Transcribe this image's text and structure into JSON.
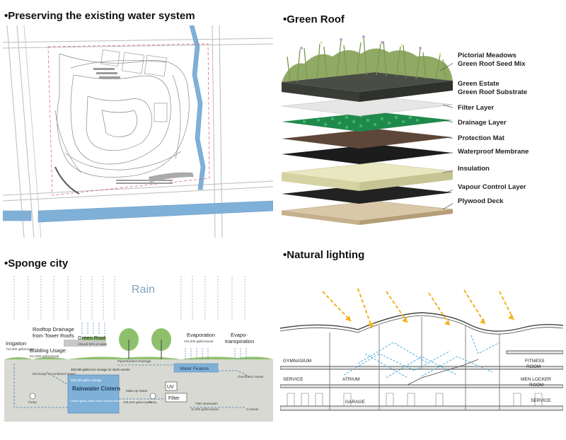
{
  "headings": {
    "water": "•Preserving the existing water system",
    "green_roof": "•Green Roof",
    "sponge": "•Sponge city",
    "lighting": "•Natural lighting"
  },
  "green_roof_layers": [
    {
      "label": "Pictorial Meadows",
      "label2": "Green Roof Seed Mix",
      "color": "#6f8f3c"
    },
    {
      "label": "Green Estate",
      "label2": "Green Roof Substrate",
      "color": "#4a4d45"
    },
    {
      "label": "Filter Layer",
      "color": "#e6e6e6"
    },
    {
      "label": "Drainage Layer",
      "color": "#1f8a4c"
    },
    {
      "label": "Protection Mat",
      "color": "#5e4638"
    },
    {
      "label": "Waterproof Membrane",
      "color": "#1c1c1c"
    },
    {
      "label": "Insulation",
      "color": "#e9e7bf"
    },
    {
      "label": "Vapour Control Layer",
      "color": "#222222"
    },
    {
      "label": "Plywood Deck",
      "color": "#d9c8a8"
    }
  ],
  "sponge": {
    "rain": "Rain",
    "rooftop_drainage": "Rooftop Drainage",
    "from_tower_roofs": "from Tower Roofs",
    "green_roof": "Green Roof",
    "absorb": "Absorb 50% of water",
    "building_usage": "Building Usage:",
    "building_usage_value": "84,1000 gallons/year",
    "irrigation": "Irrigation",
    "irrigation_value": "710,000 gallons/year",
    "evaporation": "Evaporation",
    "evaporation_value": "215,000 gallons/year",
    "evapo": "Evapo-",
    "transpiration": "transpiration",
    "discharge": "Discharge to Combined Sewer",
    "storage_300k": "300,000 gallon live storage for storm events",
    "storage_600k": "600,000 gallon storage",
    "cistern": "Rainwater Cistern",
    "cistern_note": "1 Million gallon water cistern collects about 2.37 million gallons total per year",
    "makeup": "Make-up Water",
    "makeup_value": "226,000 gallons/year",
    "pump": "Pump",
    "uv": "UV",
    "filter": "Filter",
    "filter_backwash": "Filter Backwash",
    "filter_backwash_value": "11,000 gallons/year",
    "water_feature": "Water Feature",
    "overflow": "Overflow to Sewer",
    "to_sewer": "to Sewer",
    "pipe_label": "Pipes/Surface Drainage"
  },
  "lighting": {
    "gymnasium": "GYMNASIUM",
    "service_left": "SERVICE",
    "atrium": "ATRIUM",
    "garage": "GARAGE",
    "fitness": "FITNESS",
    "room": "ROOM",
    "men_locker": "MEN LOCKER",
    "locker_room": "ROOM",
    "service_right": "SERVICE"
  },
  "colors": {
    "water_blue": "#7fb0d8",
    "sun_yellow": "#f2b41c",
    "light_blue_arrow": "#3aa6d8",
    "grass": "#8ec06c"
  }
}
